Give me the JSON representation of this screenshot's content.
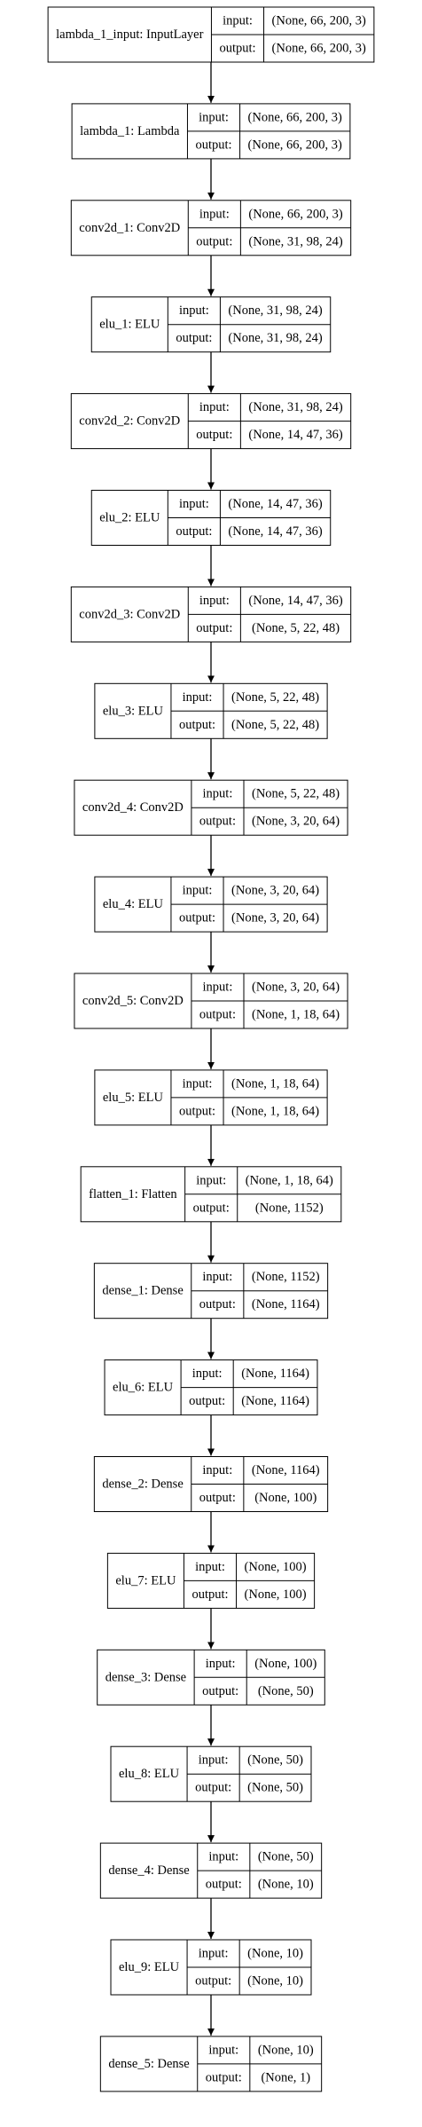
{
  "layers": [
    {
      "name": "lambda_1_input: InputLayer",
      "input_label": "input:",
      "output_label": "output:",
      "input_shape": "(None, 66, 200, 3)",
      "output_shape": "(None, 66, 200, 3)"
    },
    {
      "name": "lambda_1: Lambda",
      "input_label": "input:",
      "output_label": "output:",
      "input_shape": "(None, 66, 200, 3)",
      "output_shape": "(None, 66, 200, 3)"
    },
    {
      "name": "conv2d_1: Conv2D",
      "input_label": "input:",
      "output_label": "output:",
      "input_shape": "(None, 66, 200, 3)",
      "output_shape": "(None, 31, 98, 24)"
    },
    {
      "name": "elu_1: ELU",
      "input_label": "input:",
      "output_label": "output:",
      "input_shape": "(None, 31, 98, 24)",
      "output_shape": "(None, 31, 98, 24)"
    },
    {
      "name": "conv2d_2: Conv2D",
      "input_label": "input:",
      "output_label": "output:",
      "input_shape": "(None, 31, 98, 24)",
      "output_shape": "(None, 14, 47, 36)"
    },
    {
      "name": "elu_2: ELU",
      "input_label": "input:",
      "output_label": "output:",
      "input_shape": "(None, 14, 47, 36)",
      "output_shape": "(None, 14, 47, 36)"
    },
    {
      "name": "conv2d_3: Conv2D",
      "input_label": "input:",
      "output_label": "output:",
      "input_shape": "(None, 14, 47, 36)",
      "output_shape": "(None, 5, 22, 48)"
    },
    {
      "name": "elu_3: ELU",
      "input_label": "input:",
      "output_label": "output:",
      "input_shape": "(None, 5, 22, 48)",
      "output_shape": "(None, 5, 22, 48)"
    },
    {
      "name": "conv2d_4: Conv2D",
      "input_label": "input:",
      "output_label": "output:",
      "input_shape": "(None, 5, 22, 48)",
      "output_shape": "(None, 3, 20, 64)"
    },
    {
      "name": "elu_4: ELU",
      "input_label": "input:",
      "output_label": "output:",
      "input_shape": "(None, 3, 20, 64)",
      "output_shape": "(None, 3, 20, 64)"
    },
    {
      "name": "conv2d_5: Conv2D",
      "input_label": "input:",
      "output_label": "output:",
      "input_shape": "(None, 3, 20, 64)",
      "output_shape": "(None, 1, 18, 64)"
    },
    {
      "name": "elu_5: ELU",
      "input_label": "input:",
      "output_label": "output:",
      "input_shape": "(None, 1, 18, 64)",
      "output_shape": "(None, 1, 18, 64)"
    },
    {
      "name": "flatten_1: Flatten",
      "input_label": "input:",
      "output_label": "output:",
      "input_shape": "(None, 1, 18, 64)",
      "output_shape": "(None, 1152)"
    },
    {
      "name": "dense_1: Dense",
      "input_label": "input:",
      "output_label": "output:",
      "input_shape": "(None, 1152)",
      "output_shape": "(None, 1164)"
    },
    {
      "name": "elu_6: ELU",
      "input_label": "input:",
      "output_label": "output:",
      "input_shape": "(None, 1164)",
      "output_shape": "(None, 1164)"
    },
    {
      "name": "dense_2: Dense",
      "input_label": "input:",
      "output_label": "output:",
      "input_shape": "(None, 1164)",
      "output_shape": "(None, 100)"
    },
    {
      "name": "elu_7: ELU",
      "input_label": "input:",
      "output_label": "output:",
      "input_shape": "(None, 100)",
      "output_shape": "(None, 100)"
    },
    {
      "name": "dense_3: Dense",
      "input_label": "input:",
      "output_label": "output:",
      "input_shape": "(None, 100)",
      "output_shape": "(None, 50)"
    },
    {
      "name": "elu_8: ELU",
      "input_label": "input:",
      "output_label": "output:",
      "input_shape": "(None, 50)",
      "output_shape": "(None, 50)"
    },
    {
      "name": "dense_4: Dense",
      "input_label": "input:",
      "output_label": "output:",
      "input_shape": "(None, 50)",
      "output_shape": "(None, 10)"
    },
    {
      "name": "elu_9: ELU",
      "input_label": "input:",
      "output_label": "output:",
      "input_shape": "(None, 10)",
      "output_shape": "(None, 10)"
    },
    {
      "name": "dense_5: Dense",
      "input_label": "input:",
      "output_label": "output:",
      "input_shape": "(None, 10)",
      "output_shape": "(None, 1)"
    }
  ]
}
